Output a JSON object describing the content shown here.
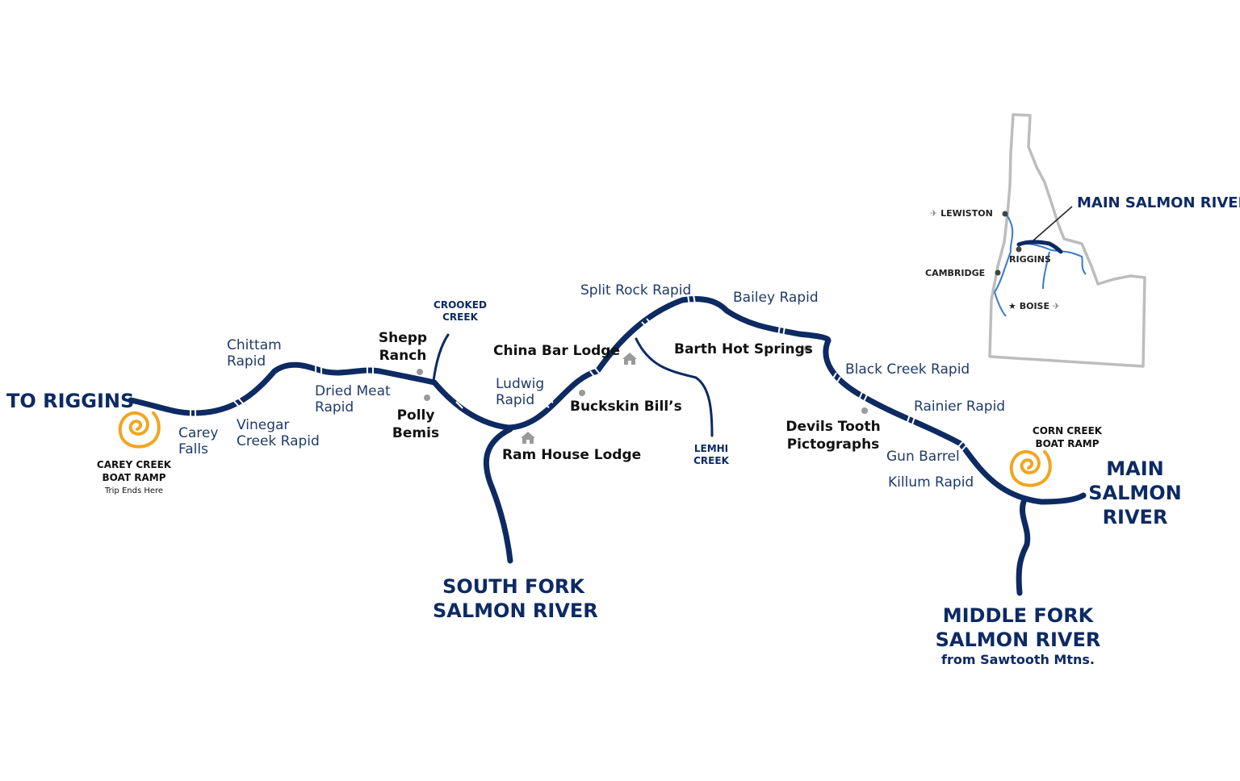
{
  "colors": {
    "river": "#0d2a63",
    "text_rapid": "#1f3a6b",
    "text_place": "#111111",
    "ramp": "#f2a51f",
    "state_outline": "#bdbdbd",
    "inset_river": "#3a78c8",
    "marker": "#9a9a9a"
  },
  "rivers": {
    "to_riggins": "TO RIGGINS",
    "south_fork": [
      "SOUTH FORK",
      "SALMON RIVER"
    ],
    "main_salmon": [
      "MAIN",
      "SALMON",
      "RIVER"
    ],
    "middle_fork": [
      "MIDDLE FORK",
      "SALMON RIVER"
    ],
    "middle_fork_note": "from Sawtooth Mtns.",
    "crooked_creek": [
      "CROOKED",
      "CREEK"
    ],
    "lemhi_creek": [
      "LEMHI",
      "CREEK"
    ]
  },
  "ramps": {
    "carey": {
      "name": [
        "CAREY CREEK",
        "BOAT RAMP"
      ],
      "note": "Trip Ends Here",
      "icon": "spiral-icon"
    },
    "corn": {
      "name": [
        "CORN CREEK",
        "BOAT RAMP"
      ],
      "icon": "spiral-icon"
    }
  },
  "rapids": {
    "carey_falls": [
      "Carey",
      "Falls"
    ],
    "vinegar": [
      "Vinegar",
      "Creek Rapid"
    ],
    "chittam": [
      "Chittam",
      "Rapid"
    ],
    "dried_meat": [
      "Dried Meat",
      "Rapid"
    ],
    "ludwig": [
      "Ludwig",
      "Rapid"
    ],
    "split_rock": "Split Rock Rapid",
    "bailey": "Bailey Rapid",
    "black_creek": "Black Creek Rapid",
    "rainier": "Rainier Rapid",
    "gun_barrel": "Gun Barrel",
    "killum": "Killum Rapid"
  },
  "places": {
    "shepp": [
      "Shepp",
      "Ranch"
    ],
    "polly": [
      "Polly",
      "Bemis"
    ],
    "china_bar": "China Bar Lodge",
    "buckskin": "Buckskin Bill’s",
    "ram_house": "Ram House Lodge",
    "barth": "Barth Hot Springs",
    "devils_tooth": [
      "Devils Tooth",
      "Pictographs"
    ]
  },
  "inset": {
    "title": "MAIN SALMON RIVER",
    "lewiston": "LEWISTON",
    "riggins": "RIGGINS",
    "cambridge": "CAMBRIDGE",
    "boise": "BOISE",
    "airport_icon": "airplane-icon",
    "capital_icon": "star-icon"
  }
}
